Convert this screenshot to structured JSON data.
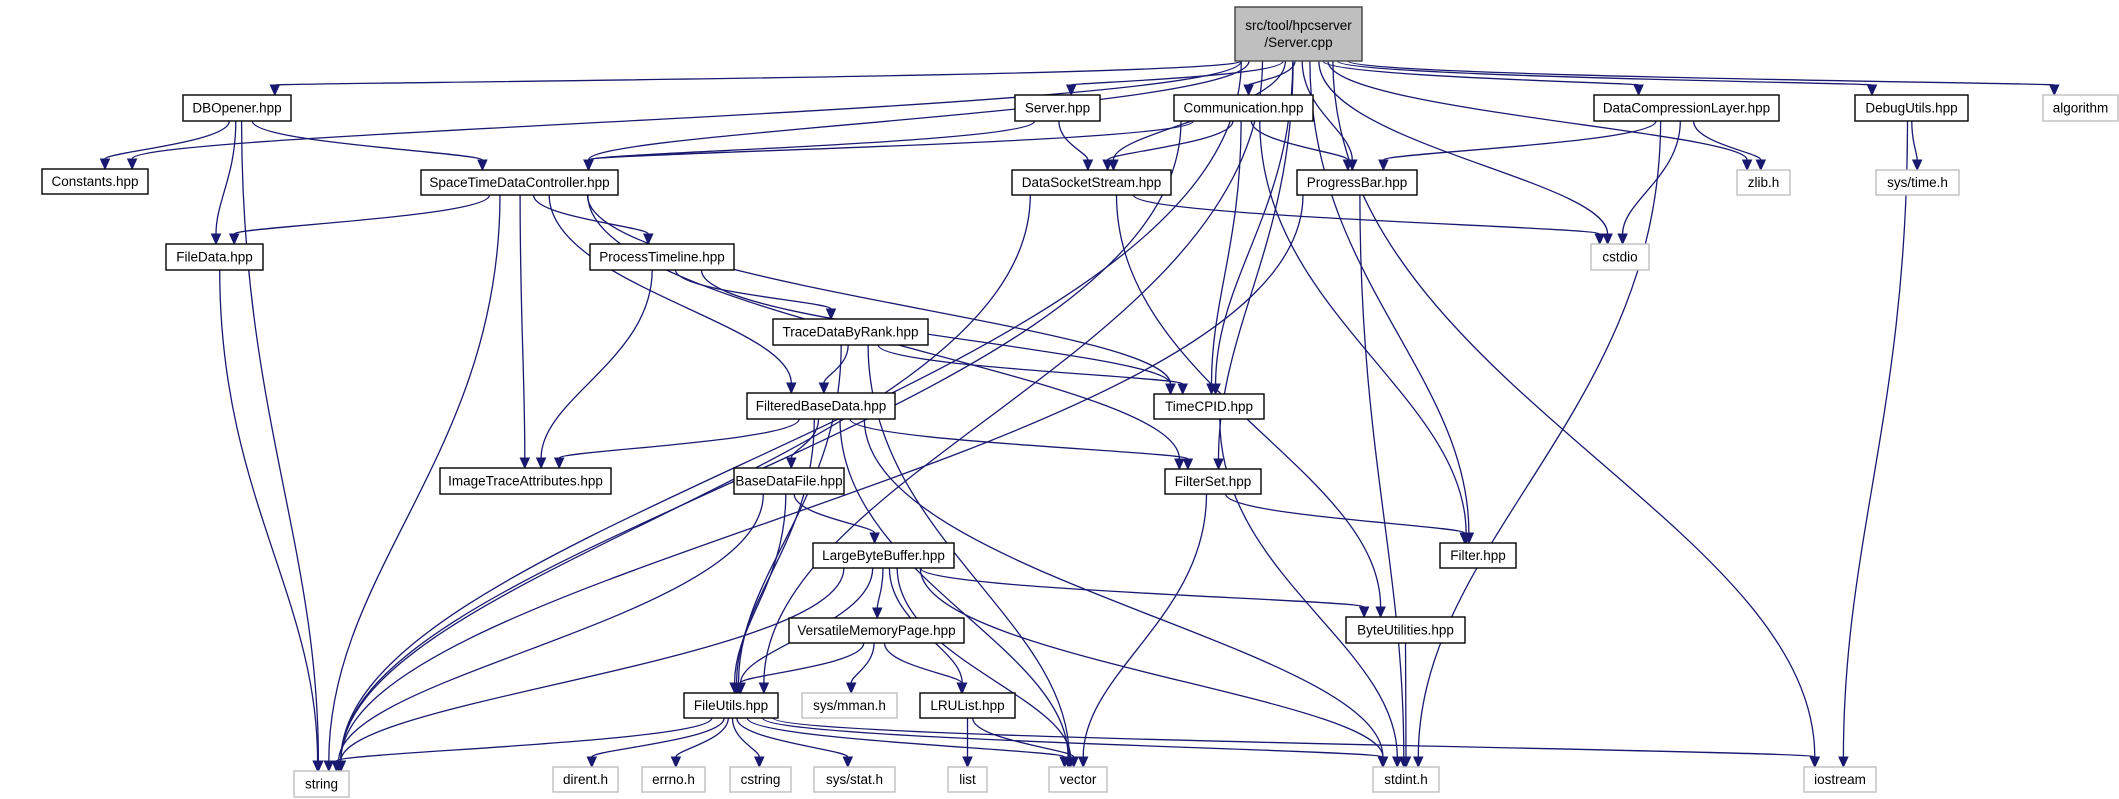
{
  "title": "Include dependency graph for src/tool/hpcserver/Server.cpp",
  "colors": {
    "edge": "#191970",
    "root_fill": "#bfbfbf",
    "root_border": "#404040",
    "documented_border": "#000000",
    "external_border": "#bfbfbf"
  },
  "nodes": [
    {
      "id": "server_cpp",
      "label_lines": [
        "src/tool/hpcserver",
        "/Server.cpp"
      ],
      "kind": "root"
    },
    {
      "id": "dbopener",
      "label_lines": [
        "DBOpener.hpp"
      ],
      "kind": "documented"
    },
    {
      "id": "server_hpp",
      "label_lines": [
        "Server.hpp"
      ],
      "kind": "documented"
    },
    {
      "id": "communication",
      "label_lines": [
        "Communication.hpp"
      ],
      "kind": "documented"
    },
    {
      "id": "datacompression",
      "label_lines": [
        "DataCompressionLayer.hpp"
      ],
      "kind": "documented"
    },
    {
      "id": "debugutils",
      "label_lines": [
        "DebugUtils.hpp"
      ],
      "kind": "documented"
    },
    {
      "id": "algorithm",
      "label_lines": [
        "algorithm"
      ],
      "kind": "external"
    },
    {
      "id": "constants",
      "label_lines": [
        "Constants.hpp"
      ],
      "kind": "documented"
    },
    {
      "id": "stdc",
      "label_lines": [
        "SpaceTimeDataController.hpp"
      ],
      "kind": "documented"
    },
    {
      "id": "datasocket",
      "label_lines": [
        "DataSocketStream.hpp"
      ],
      "kind": "documented"
    },
    {
      "id": "progressbar",
      "label_lines": [
        "ProgressBar.hpp"
      ],
      "kind": "documented"
    },
    {
      "id": "zlib",
      "label_lines": [
        "zlib.h"
      ],
      "kind": "external"
    },
    {
      "id": "systime",
      "label_lines": [
        "sys/time.h"
      ],
      "kind": "external"
    },
    {
      "id": "filedata",
      "label_lines": [
        "FileData.hpp"
      ],
      "kind": "documented"
    },
    {
      "id": "processtimeline",
      "label_lines": [
        "ProcessTimeline.hpp"
      ],
      "kind": "documented"
    },
    {
      "id": "cstdio",
      "label_lines": [
        "cstdio"
      ],
      "kind": "external"
    },
    {
      "id": "tracedatabyrank",
      "label_lines": [
        "TraceDataByRank.hpp"
      ],
      "kind": "documented"
    },
    {
      "id": "filteredbasedata",
      "label_lines": [
        "FilteredBaseData.hpp"
      ],
      "kind": "documented"
    },
    {
      "id": "timecpid",
      "label_lines": [
        "TimeCPID.hpp"
      ],
      "kind": "documented"
    },
    {
      "id": "imagetrace",
      "label_lines": [
        "ImageTraceAttributes.hpp"
      ],
      "kind": "documented"
    },
    {
      "id": "basedatafile",
      "label_lines": [
        "BaseDataFile.hpp"
      ],
      "kind": "documented"
    },
    {
      "id": "filterset",
      "label_lines": [
        "FilterSet.hpp"
      ],
      "kind": "documented"
    },
    {
      "id": "largebytebuffer",
      "label_lines": [
        "LargeByteBuffer.hpp"
      ],
      "kind": "documented"
    },
    {
      "id": "filter",
      "label_lines": [
        "Filter.hpp"
      ],
      "kind": "documented"
    },
    {
      "id": "versatilememorypage",
      "label_lines": [
        "VersatileMemoryPage.hpp"
      ],
      "kind": "documented"
    },
    {
      "id": "byteutilities",
      "label_lines": [
        "ByteUtilities.hpp"
      ],
      "kind": "documented"
    },
    {
      "id": "fileutils",
      "label_lines": [
        "FileUtils.hpp"
      ],
      "kind": "documented"
    },
    {
      "id": "sysmman",
      "label_lines": [
        "sys/mman.h"
      ],
      "kind": "external"
    },
    {
      "id": "lrulist",
      "label_lines": [
        "LRUList.hpp"
      ],
      "kind": "documented"
    },
    {
      "id": "string",
      "label_lines": [
        "string"
      ],
      "kind": "external"
    },
    {
      "id": "direnth",
      "label_lines": [
        "dirent.h"
      ],
      "kind": "external"
    },
    {
      "id": "errnoh",
      "label_lines": [
        "errno.h"
      ],
      "kind": "external"
    },
    {
      "id": "cstring",
      "label_lines": [
        "cstring"
      ],
      "kind": "external"
    },
    {
      "id": "sysstat",
      "label_lines": [
        "sys/stat.h"
      ],
      "kind": "external"
    },
    {
      "id": "list",
      "label_lines": [
        "list"
      ],
      "kind": "external"
    },
    {
      "id": "vector",
      "label_lines": [
        "vector"
      ],
      "kind": "external"
    },
    {
      "id": "stdint",
      "label_lines": [
        "stdint.h"
      ],
      "kind": "external"
    },
    {
      "id": "iostream",
      "label_lines": [
        "iostream"
      ],
      "kind": "external"
    }
  ],
  "edges": [
    [
      "server_cpp",
      "string"
    ],
    [
      "server_cpp",
      "dbopener"
    ],
    [
      "server_cpp",
      "constants"
    ],
    [
      "server_cpp",
      "stdc"
    ],
    [
      "server_cpp",
      "fileutils"
    ],
    [
      "server_cpp",
      "server_hpp"
    ],
    [
      "server_cpp",
      "datasocket"
    ],
    [
      "server_cpp",
      "communication"
    ],
    [
      "server_cpp",
      "filterset"
    ],
    [
      "server_cpp",
      "progressbar"
    ],
    [
      "server_cpp",
      "timecpid"
    ],
    [
      "server_cpp",
      "filter"
    ],
    [
      "server_cpp",
      "cstdio"
    ],
    [
      "server_cpp",
      "datacompression"
    ],
    [
      "server_cpp",
      "zlib"
    ],
    [
      "server_cpp",
      "debugutils"
    ],
    [
      "server_cpp",
      "iostream"
    ],
    [
      "server_cpp",
      "algorithm"
    ],
    [
      "dbopener",
      "constants"
    ],
    [
      "dbopener",
      "stdc"
    ],
    [
      "dbopener",
      "filedata"
    ],
    [
      "dbopener",
      "string"
    ],
    [
      "server_hpp",
      "stdc"
    ],
    [
      "server_hpp",
      "datasocket"
    ],
    [
      "communication",
      "stdc"
    ],
    [
      "communication",
      "datasocket"
    ],
    [
      "communication",
      "progressbar"
    ],
    [
      "communication",
      "timecpid"
    ],
    [
      "communication",
      "filter"
    ],
    [
      "communication",
      "string"
    ],
    [
      "datacompression",
      "progressbar"
    ],
    [
      "datacompression",
      "cstdio"
    ],
    [
      "datacompression",
      "zlib"
    ],
    [
      "datacompression",
      "stdint"
    ],
    [
      "debugutils",
      "systime"
    ],
    [
      "debugutils",
      "iostream"
    ],
    [
      "stdc",
      "filedata"
    ],
    [
      "stdc",
      "processtimeline"
    ],
    [
      "stdc",
      "filteredbasedata"
    ],
    [
      "stdc",
      "imagetrace"
    ],
    [
      "stdc",
      "timecpid"
    ],
    [
      "stdc",
      "filterset"
    ],
    [
      "stdc",
      "string"
    ],
    [
      "datasocket",
      "cstdio"
    ],
    [
      "datasocket",
      "byteutilities"
    ],
    [
      "datasocket",
      "string"
    ],
    [
      "progressbar",
      "string"
    ],
    [
      "progressbar",
      "stdint"
    ],
    [
      "filedata",
      "string"
    ],
    [
      "processtimeline",
      "tracedatabyrank"
    ],
    [
      "processtimeline",
      "imagetrace"
    ],
    [
      "processtimeline",
      "timecpid"
    ],
    [
      "tracedatabyrank",
      "filteredbasedata"
    ],
    [
      "tracedatabyrank",
      "timecpid"
    ],
    [
      "tracedatabyrank",
      "fileutils"
    ],
    [
      "tracedatabyrank",
      "vector"
    ],
    [
      "filteredbasedata",
      "imagetrace"
    ],
    [
      "filteredbasedata",
      "basedatafile"
    ],
    [
      "filteredbasedata",
      "filterset"
    ],
    [
      "filteredbasedata",
      "fileutils"
    ],
    [
      "filteredbasedata",
      "vector"
    ],
    [
      "filteredbasedata",
      "stdint"
    ],
    [
      "timecpid",
      "stdint"
    ],
    [
      "basedatafile",
      "largebytebuffer"
    ],
    [
      "basedatafile",
      "fileutils"
    ],
    [
      "basedatafile",
      "string"
    ],
    [
      "filterset",
      "filter"
    ],
    [
      "filterset",
      "vector"
    ],
    [
      "largebytebuffer",
      "versatilememorypage"
    ],
    [
      "largebytebuffer",
      "fileutils"
    ],
    [
      "largebytebuffer",
      "lrulist"
    ],
    [
      "largebytebuffer",
      "byteutilities"
    ],
    [
      "largebytebuffer",
      "string"
    ],
    [
      "largebytebuffer",
      "vector"
    ],
    [
      "largebytebuffer",
      "stdint"
    ],
    [
      "versatilememorypage",
      "fileutils"
    ],
    [
      "versatilememorypage",
      "sysmman"
    ],
    [
      "versatilememorypage",
      "lrulist"
    ],
    [
      "byteutilities",
      "stdint"
    ],
    [
      "fileutils",
      "string"
    ],
    [
      "fileutils",
      "direnth"
    ],
    [
      "fileutils",
      "errnoh"
    ],
    [
      "fileutils",
      "cstring"
    ],
    [
      "fileutils",
      "sysstat"
    ],
    [
      "fileutils",
      "vector"
    ],
    [
      "fileutils",
      "stdint"
    ],
    [
      "fileutils",
      "iostream"
    ],
    [
      "lrulist",
      "list"
    ],
    [
      "lrulist",
      "vector"
    ]
  ]
}
